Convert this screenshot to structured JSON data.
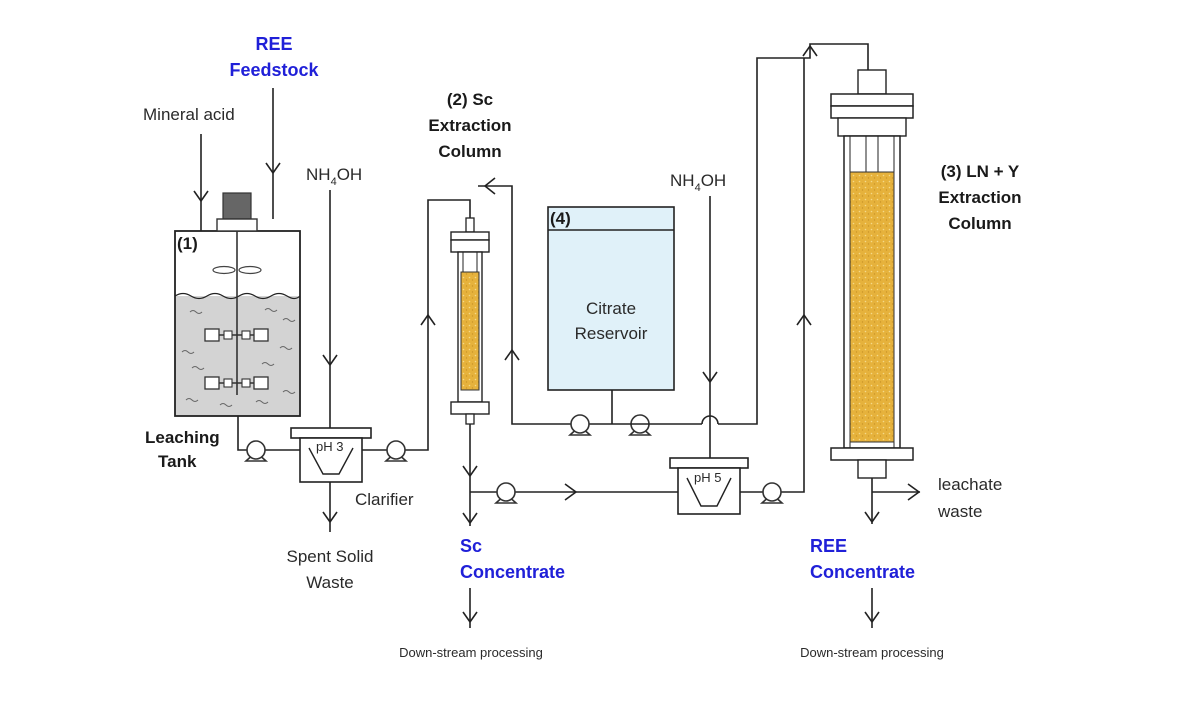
{
  "labels": {
    "ree_feedstock_1": "REE",
    "ree_feedstock_2": "Feedstock",
    "mineral_acid": "Mineral acid",
    "nh4oh_left": "NH",
    "nh4oh_left_sub": "4",
    "nh4oh_left_end": "OH",
    "nh4oh_right": "NH",
    "nh4oh_right_sub": "4",
    "nh4oh_right_end": "OH",
    "tank_num": "(1)",
    "leaching_1": "Leaching",
    "leaching_2": "Tank",
    "ph3": "pH 3",
    "clarifier": "Clarifier",
    "spent_1": "Spent Solid",
    "spent_2": "Waste",
    "sc_col_1": "(2) Sc",
    "sc_col_2": "Extraction",
    "sc_col_3": "Column",
    "sc_conc_1": "Sc",
    "sc_conc_2": "Concentrate",
    "downstream_left": "Down-stream processing",
    "reservoir_num": "(4)",
    "citrate_1": "Citrate",
    "citrate_2": "Reservoir",
    "ph5": "pH 5",
    "ln_col_1": "(3) LN + Y",
    "ln_col_2": "Extraction",
    "ln_col_3": "Column",
    "leachate_1": "leachate",
    "leachate_2": "waste",
    "ree_conc_1": "REE",
    "ree_conc_2": "Concentrate",
    "downstream_right": "Down-stream processing"
  },
  "colors": {
    "highlight_text": "#2020d8",
    "tank_liquid": "#d3d3d3",
    "resin": "#e8b43a",
    "reservoir_fill": "#e0f1f9",
    "line": "#222222"
  }
}
